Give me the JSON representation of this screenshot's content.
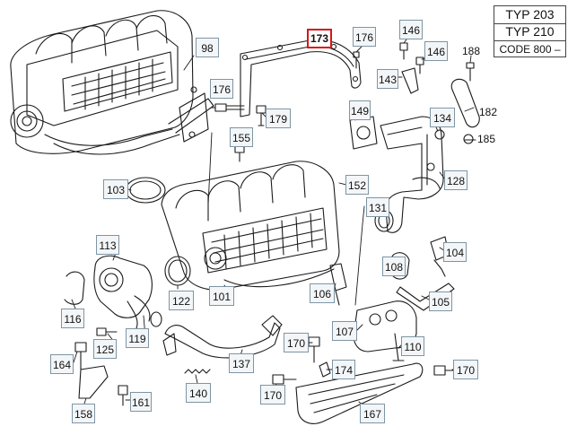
{
  "header": {
    "line1": "TYP 203",
    "line2": "TYP 210",
    "line3": "CODE 800 –"
  },
  "callouts": [
    {
      "id": "98",
      "label": "98"
    },
    {
      "id": "173",
      "label": "173",
      "selected": true
    },
    {
      "id": "176a",
      "label": "176"
    },
    {
      "id": "146a",
      "label": "146"
    },
    {
      "id": "146b",
      "label": "146"
    },
    {
      "id": "143",
      "label": "143"
    },
    {
      "id": "188",
      "label": "188",
      "plain": true
    },
    {
      "id": "182",
      "label": "182",
      "plain": true
    },
    {
      "id": "185",
      "label": "185",
      "plain": true
    },
    {
      "id": "176b",
      "label": "176"
    },
    {
      "id": "179",
      "label": "179"
    },
    {
      "id": "149",
      "label": "149"
    },
    {
      "id": "134",
      "label": "134"
    },
    {
      "id": "155",
      "label": "155"
    },
    {
      "id": "128",
      "label": "128"
    },
    {
      "id": "103",
      "label": "103"
    },
    {
      "id": "152",
      "label": "152"
    },
    {
      "id": "131",
      "label": "131"
    },
    {
      "id": "113",
      "label": "113"
    },
    {
      "id": "104",
      "label": "104"
    },
    {
      "id": "108",
      "label": "108"
    },
    {
      "id": "105",
      "label": "105"
    },
    {
      "id": "122",
      "label": "122"
    },
    {
      "id": "101",
      "label": "101"
    },
    {
      "id": "106",
      "label": "106"
    },
    {
      "id": "116",
      "label": "116"
    },
    {
      "id": "107",
      "label": "107"
    },
    {
      "id": "125",
      "label": "125"
    },
    {
      "id": "119",
      "label": "119"
    },
    {
      "id": "170a",
      "label": "170"
    },
    {
      "id": "110",
      "label": "110"
    },
    {
      "id": "164",
      "label": "164"
    },
    {
      "id": "137",
      "label": "137"
    },
    {
      "id": "174",
      "label": "174"
    },
    {
      "id": "170b",
      "label": "170"
    },
    {
      "id": "140",
      "label": "140"
    },
    {
      "id": "170c",
      "label": "170"
    },
    {
      "id": "161",
      "label": "161"
    },
    {
      "id": "158",
      "label": "158"
    },
    {
      "id": "167",
      "label": "167"
    }
  ]
}
